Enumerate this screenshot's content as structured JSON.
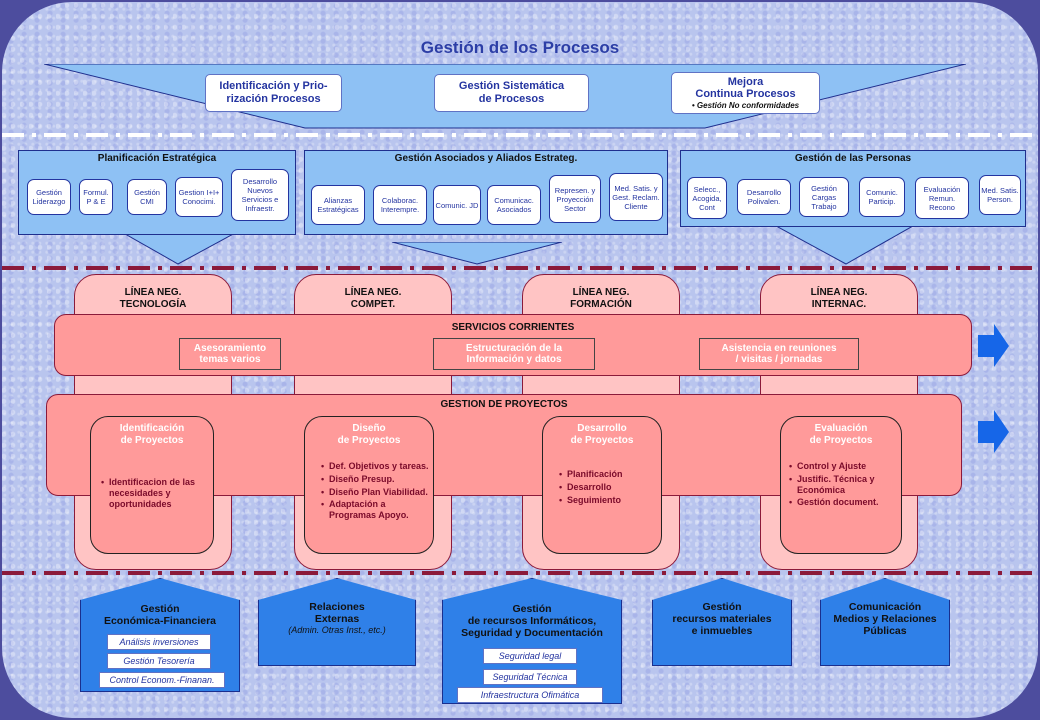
{
  "title": "Gestión de los Procesos",
  "top_boxes": [
    {
      "line1": "Identificación y Prio-",
      "line2": "rización Procesos"
    },
    {
      "line1": "Gestión Sistemática",
      "line2": "de Procesos"
    },
    {
      "line1": "Mejora",
      "line2": "Continua Procesos",
      "bullet": "Gestión No conformidades"
    }
  ],
  "sections": {
    "planificacion": {
      "title": "Planificación Estratégica",
      "items": [
        "Gestión Liderazgo",
        "Formul. P & E",
        "Gestión CMI",
        "Gestion I+I+ Conocimi.",
        "Desarrollo Nuevos Servicios e Infraestr."
      ]
    },
    "asociados": {
      "title": "Gestión Asociados y Aliados Estrateg.",
      "items": [
        "Alianzas Estratégicas",
        "Colaborac. Interempre.",
        "Comunic. JD",
        "Comunicac. Asociados",
        "Represen. y Proyección Sector",
        "Med. Satis. y Gest. Reclam. Cliente"
      ]
    },
    "personas": {
      "title": "Gestión de las Personas",
      "items": [
        "Selecc., Acogida, Cont",
        "Desarrollo Polivalen.",
        "Gestión Cargas Trabajo",
        "Comunic. Particip.",
        "Evaluación Remun. Recono",
        "Med. Satis. Person."
      ]
    }
  },
  "lineas": [
    {
      "l1": "LÍNEA NEG.",
      "l2": "TECNOLOGÍA"
    },
    {
      "l1": "LÍNEA NEG.",
      "l2": "COMPET."
    },
    {
      "l1": "LÍNEA NEG.",
      "l2": "FORMACIÓN"
    },
    {
      "l1": "LÍNEA NEG.",
      "l2": "INTERNAC."
    }
  ],
  "servicios": {
    "title": "SERVICIOS CORRIENTES",
    "items": [
      {
        "l1": "Asesoramiento",
        "l2": "temas varios"
      },
      {
        "l1": "Estructuración de la",
        "l2": "Información y datos"
      },
      {
        "l1": "Asistencia en reuniones",
        "l2": "/ visitas / jornadas"
      }
    ]
  },
  "proyectos": {
    "title": "GESTION DE PROYECTOS",
    "items": [
      {
        "l1": "Identificación",
        "l2": "de Proyectos",
        "bullets": [
          "Identificacion de las necesidades y oportunidades"
        ]
      },
      {
        "l1": "Diseño",
        "l2": "de Proyectos",
        "bullets": [
          "Def. Objetivos y tareas.",
          "Diseño Presup.",
          "Diseño Plan Viabilidad.",
          "Adaptación a Programas Apoyo."
        ]
      },
      {
        "l1": "Desarrollo",
        "l2": "de Proyectos",
        "bullets": [
          "Planificación",
          "Desarrollo",
          "Seguimiento"
        ]
      },
      {
        "l1": "Evaluación",
        "l2": "de Proyectos",
        "bullets": [
          "Control y Ajuste",
          "Justific. Técnica y Económica",
          "Gestión document."
        ]
      }
    ]
  },
  "bottom": [
    {
      "l1": "Gestión",
      "l2": "Económica-Financiera",
      "subs": [
        "Análisis inversiones",
        "Gestión Tesorería",
        "Control Econom.-Finanan."
      ]
    },
    {
      "l1": "Relaciones",
      "l2": "Externas",
      "italic": "(Admin. Otras Inst., etc.)"
    },
    {
      "l1": "Gestión",
      "l2": "de recursos Informáticos,",
      "l3": "Seguridad y Documentación",
      "subs": [
        "Seguridad legal",
        "Seguridad Técnica",
        "Infraestructura Ofimática"
      ]
    },
    {
      "l1": "Gestión",
      "l2": "recursos materiales",
      "l3": "e inmuebles"
    },
    {
      "l1": "Comunicación",
      "l2": "Medios y Relaciones",
      "l3": "Públicas"
    }
  ],
  "colors": {
    "accent_blue": "#2f80e8",
    "pink": "#ff9a9a",
    "light_pink": "#ffc4c4",
    "dark_red": "#8b1a3a",
    "title_blue": "#2c3ea6"
  }
}
